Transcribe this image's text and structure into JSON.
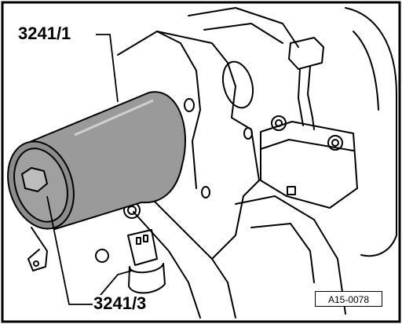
{
  "labels": {
    "tool_top": "3241/1",
    "tool_bottom": "3241/3",
    "figure_ref": "A15-0078"
  },
  "colors": {
    "outline": "#000000",
    "background": "#ffffff",
    "cylinder_fill": "#9a9a9a"
  }
}
